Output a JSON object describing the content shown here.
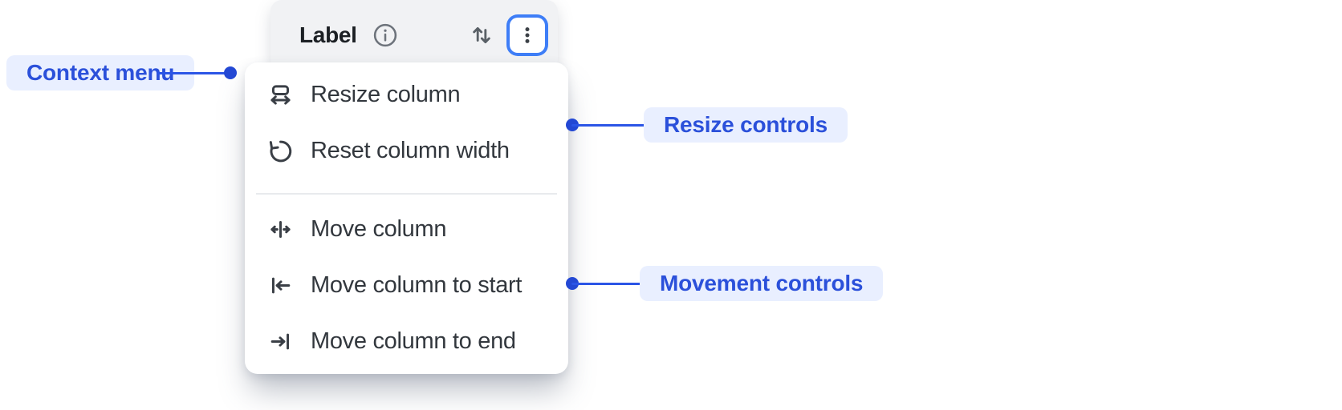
{
  "header": {
    "title": "Label",
    "info_icon": "info-circle-icon",
    "sort_icon": "sort-up-down-icon",
    "menu_button_icon": "kebab-vertical-dots-icon",
    "menu_button_state": "focused-blue-ring"
  },
  "menu": {
    "items": [
      {
        "icon": "resize-horizontal-icon",
        "label": "Resize column"
      },
      {
        "icon": "reset-rotate-ccw-icon",
        "label": "Reset column width"
      },
      {
        "icon": "move-column-icon",
        "label": "Move column"
      },
      {
        "icon": "move-to-start-icon",
        "label": "Move column to start"
      },
      {
        "icon": "move-to-end-icon",
        "label": "Move column to end"
      }
    ],
    "divider_after_index": 1
  },
  "annotations": {
    "context_menu": {
      "label": "Context menu"
    },
    "resize_controls": {
      "label": "Resize controls"
    },
    "movement_controls": {
      "label": "Movement controls"
    }
  },
  "colors": {
    "focus_ring_blue": "#3e7ef7",
    "annotation_text_blue": "#2b50da",
    "annotation_pill_bg": "#e9efff",
    "annotation_line_blue": "#2b55e6",
    "annotation_dot_blue": "#2348d4",
    "header_bg": "#f1f2f4",
    "menu_bg": "#ffffff",
    "menu_text": "#32373d",
    "icon_dark": "#3a3f46"
  }
}
